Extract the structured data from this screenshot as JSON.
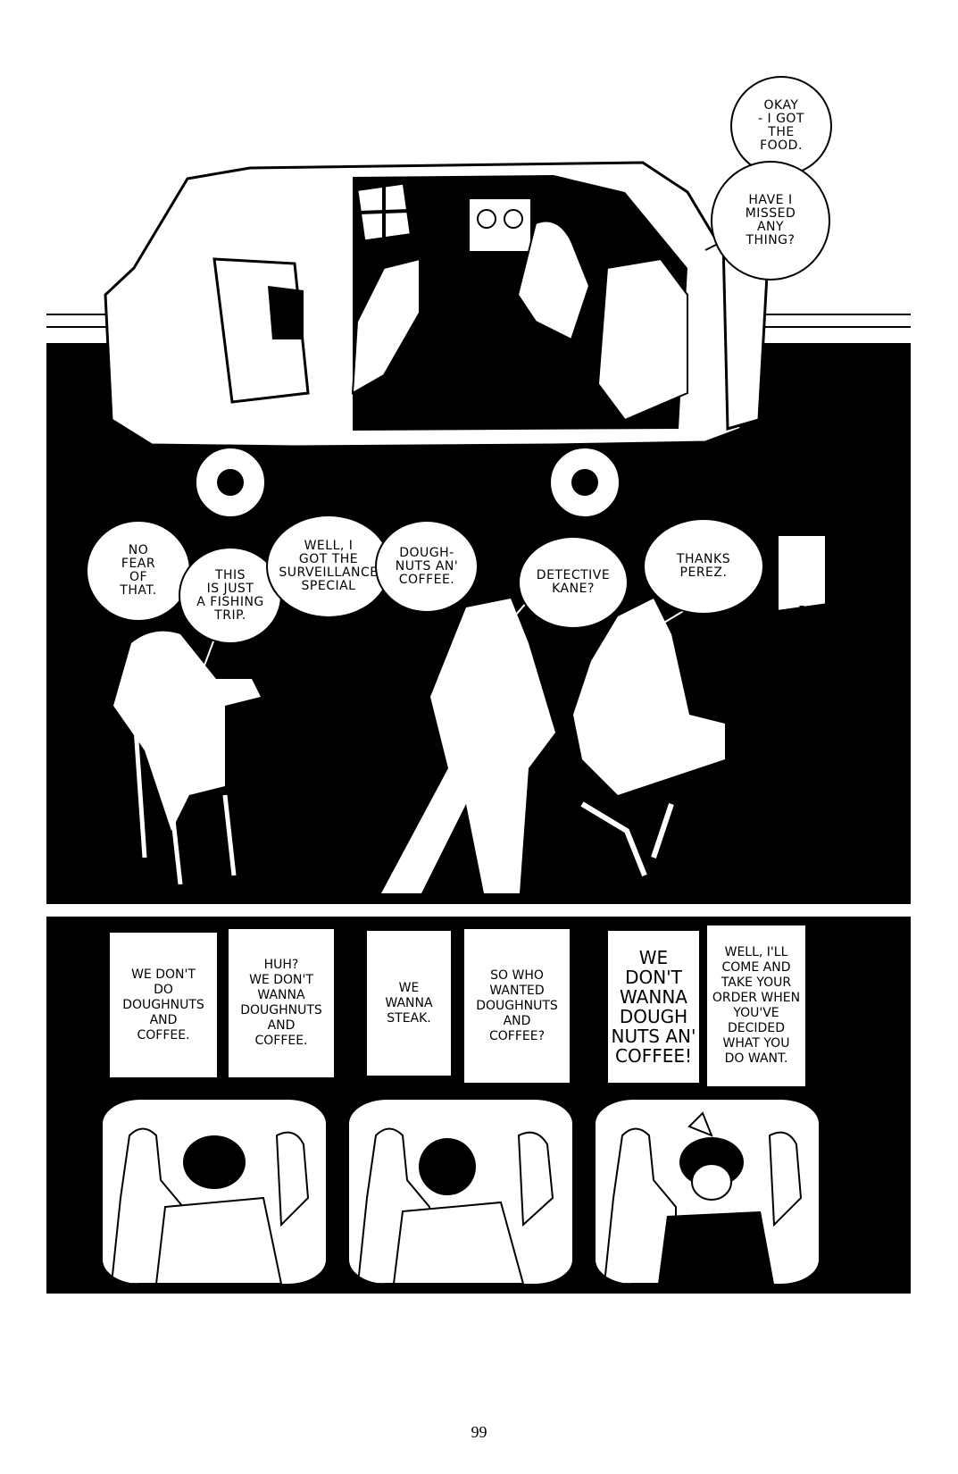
{
  "page": {
    "number": "99"
  },
  "panel_top": {
    "balloons": [
      {
        "id": "okay",
        "text": "OKAY\n- I GOT\nTHE\nFOOD."
      },
      {
        "id": "missed",
        "text": "HAVE I\nMISSED\nANY\nTHING?"
      }
    ]
  },
  "panel_middle": {
    "balloons": [
      {
        "id": "no-fear",
        "text": "NO\nFEAR\nOF\nTHAT."
      },
      {
        "id": "fishing",
        "text": "THIS\nIS JUST\nA FISHING\nTRIP."
      },
      {
        "id": "surveillance",
        "text": "WELL, I\nGOT THE\nSURVEILLANCE\nSPECIAL"
      },
      {
        "id": "doughnuts",
        "text": "DOUGH-\nNUTS AN'\nCOFFEE."
      },
      {
        "id": "kane",
        "text": "DETECTIVE\nKANE?"
      },
      {
        "id": "perez",
        "text": "THANKS\nPEREZ."
      }
    ]
  },
  "panel_menus": {
    "cards": [
      {
        "id": "m1",
        "text": "WE DON'T\nDO\nDOUGHNUTS\nAND\nCOFFEE."
      },
      {
        "id": "m2",
        "text": "huh?\nWE DON'T\nWANNA\nDOUGHNUTS\nAND\nCOFFEE."
      },
      {
        "id": "m3",
        "text": "WE\nWANNA\nSTEAK."
      },
      {
        "id": "m4",
        "text": "SO WHO\nWANTED\nDOUGHNUTS\nAND\nCOFFEE?"
      },
      {
        "id": "m5",
        "text": "WE\nDON'T\nWANNA\nDOUGH\nNUTS AN'\nCOFFEE!"
      },
      {
        "id": "m6",
        "text": "WELL, I'LL\nCOME AND\nTAKE YOUR\nORDER WHEN\nYOU'VE\nDECIDED\nWHAT YOU\nDO WANT."
      }
    ]
  },
  "colors": {
    "ink": "#000000",
    "paper": "#ffffff"
  }
}
